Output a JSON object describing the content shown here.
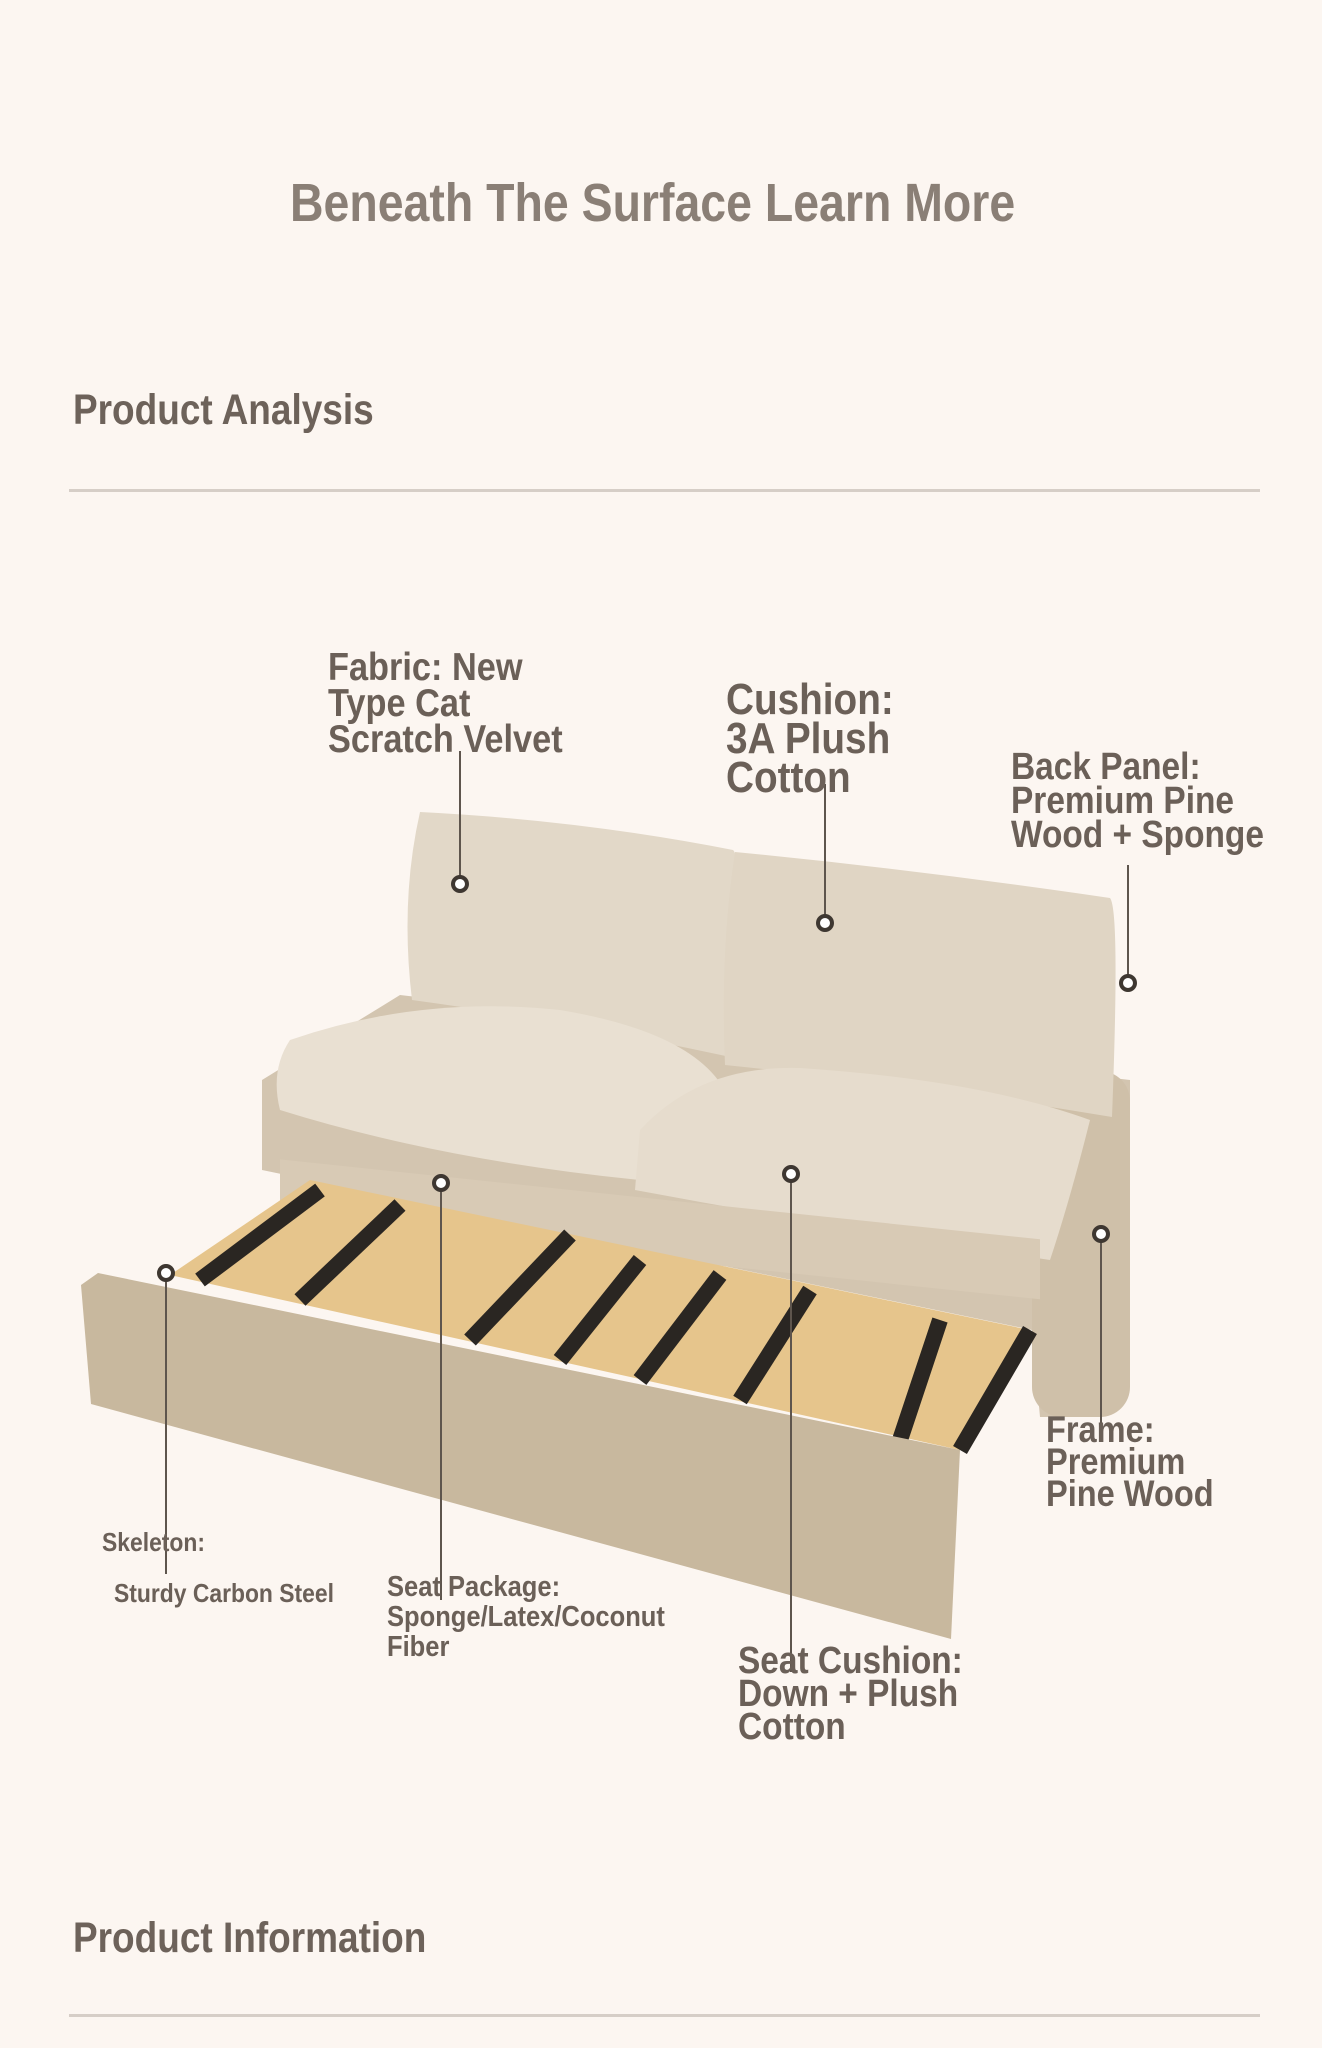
{
  "header": {
    "title": "Beneath The Surface Learn More"
  },
  "sections": {
    "analysis": "Product Analysis",
    "information": "Product Information"
  },
  "annotations": {
    "fabric": [
      "Fabric: New",
      "Type Cat",
      "Scratch Velvet"
    ],
    "cushion": [
      "Cushion:",
      "3A Plush",
      "Cotton"
    ],
    "back_panel": [
      "Back Panel:",
      "Premium Pine",
      "Wood + Sponge"
    ],
    "frame": [
      "Frame:",
      "Premium",
      "Pine Wood"
    ],
    "skeleton": {
      "title": "Skeleton:",
      "value": "Sturdy Carbon Steel"
    },
    "seat_package": [
      "Seat Package:",
      "Sponge/Latex/Coconut",
      "Fiber"
    ],
    "seat_cushion": [
      "Seat Cushion:",
      "Down + Plush",
      "Cotton"
    ]
  },
  "colors": {
    "background": "#fcf6f1",
    "text": "#6b6058",
    "title": "#8a7f76",
    "fabric": "#ddd1bf"
  }
}
